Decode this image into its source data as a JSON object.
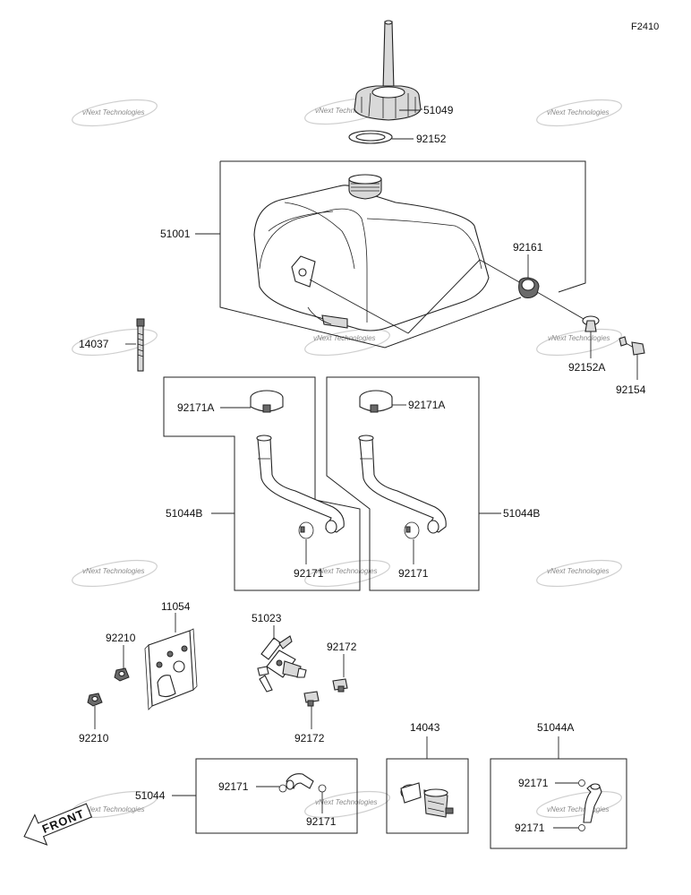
{
  "figure_code": "F2410",
  "watermark": "vNext Technologies",
  "front_label": "FRONT",
  "parts": {
    "p51049": "51049",
    "p92152": "92152",
    "p51001": "51001",
    "p92161": "92161",
    "p14037": "14037",
    "p92152A": "92152A",
    "p92154": "92154",
    "p92171A_left": "92171A",
    "p92171A_right": "92171A",
    "p51044B_left": "51044B",
    "p51044B_right": "51044B",
    "p92171_left": "92171",
    "p92171_right": "92171",
    "p11054": "11054",
    "p51023": "51023",
    "p92210_top": "92210",
    "p92210_bottom": "92210",
    "p92172_top": "92172",
    "p92172_bottom": "92172",
    "p14043": "14043",
    "p51044A": "51044A",
    "p51044": "51044",
    "p92171_box_a": "92171",
    "p92171_box_b": "92171",
    "p92171_box_c": "92171",
    "p92171_box_d": "92171"
  }
}
